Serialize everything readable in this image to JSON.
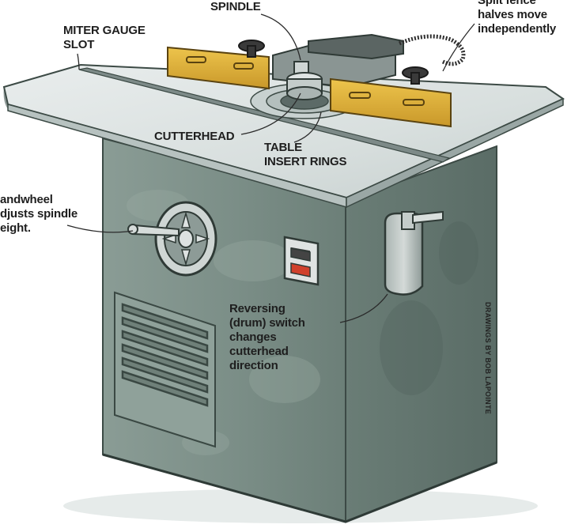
{
  "labels": {
    "spindle": "SPINDLE",
    "split_fence": [
      "Split fence",
      "halves move",
      "independently"
    ],
    "miter_gauge_slot": [
      "MITER GAUGE",
      "SLOT"
    ],
    "cutterhead": "CUTTERHEAD",
    "table_insert_rings": [
      "TABLE",
      "INSERT RINGS"
    ],
    "handwheel": [
      "andwheel",
      "djusts spindle",
      "eight."
    ],
    "reversing_switch": [
      "Reversing",
      "(drum) switch",
      "changes",
      "cutterhead",
      "direction"
    ]
  },
  "credit": "DRAWINGS BY BOB LAPOINTE",
  "colors": {
    "cabinet": "#7d9089",
    "table": "#dde3e2",
    "fence": "#e0b53b",
    "switch_red": "#d0412c"
  }
}
